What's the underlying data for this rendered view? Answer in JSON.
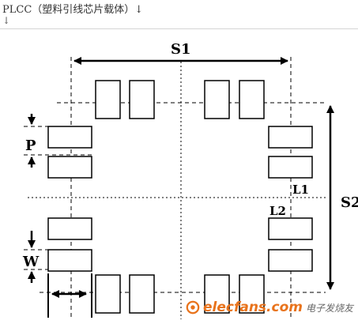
{
  "header": {
    "title": "PLCC（塑料引线芯片载体）↓",
    "second_line": "↓"
  },
  "diagram": {
    "labels": {
      "s1": "S1",
      "s2": "S2",
      "p": "P",
      "w": "W",
      "l1": "L1",
      "l2": "L2"
    }
  },
  "watermark": {
    "site": "elecfans.com",
    "cn": "电子发烧友"
  }
}
